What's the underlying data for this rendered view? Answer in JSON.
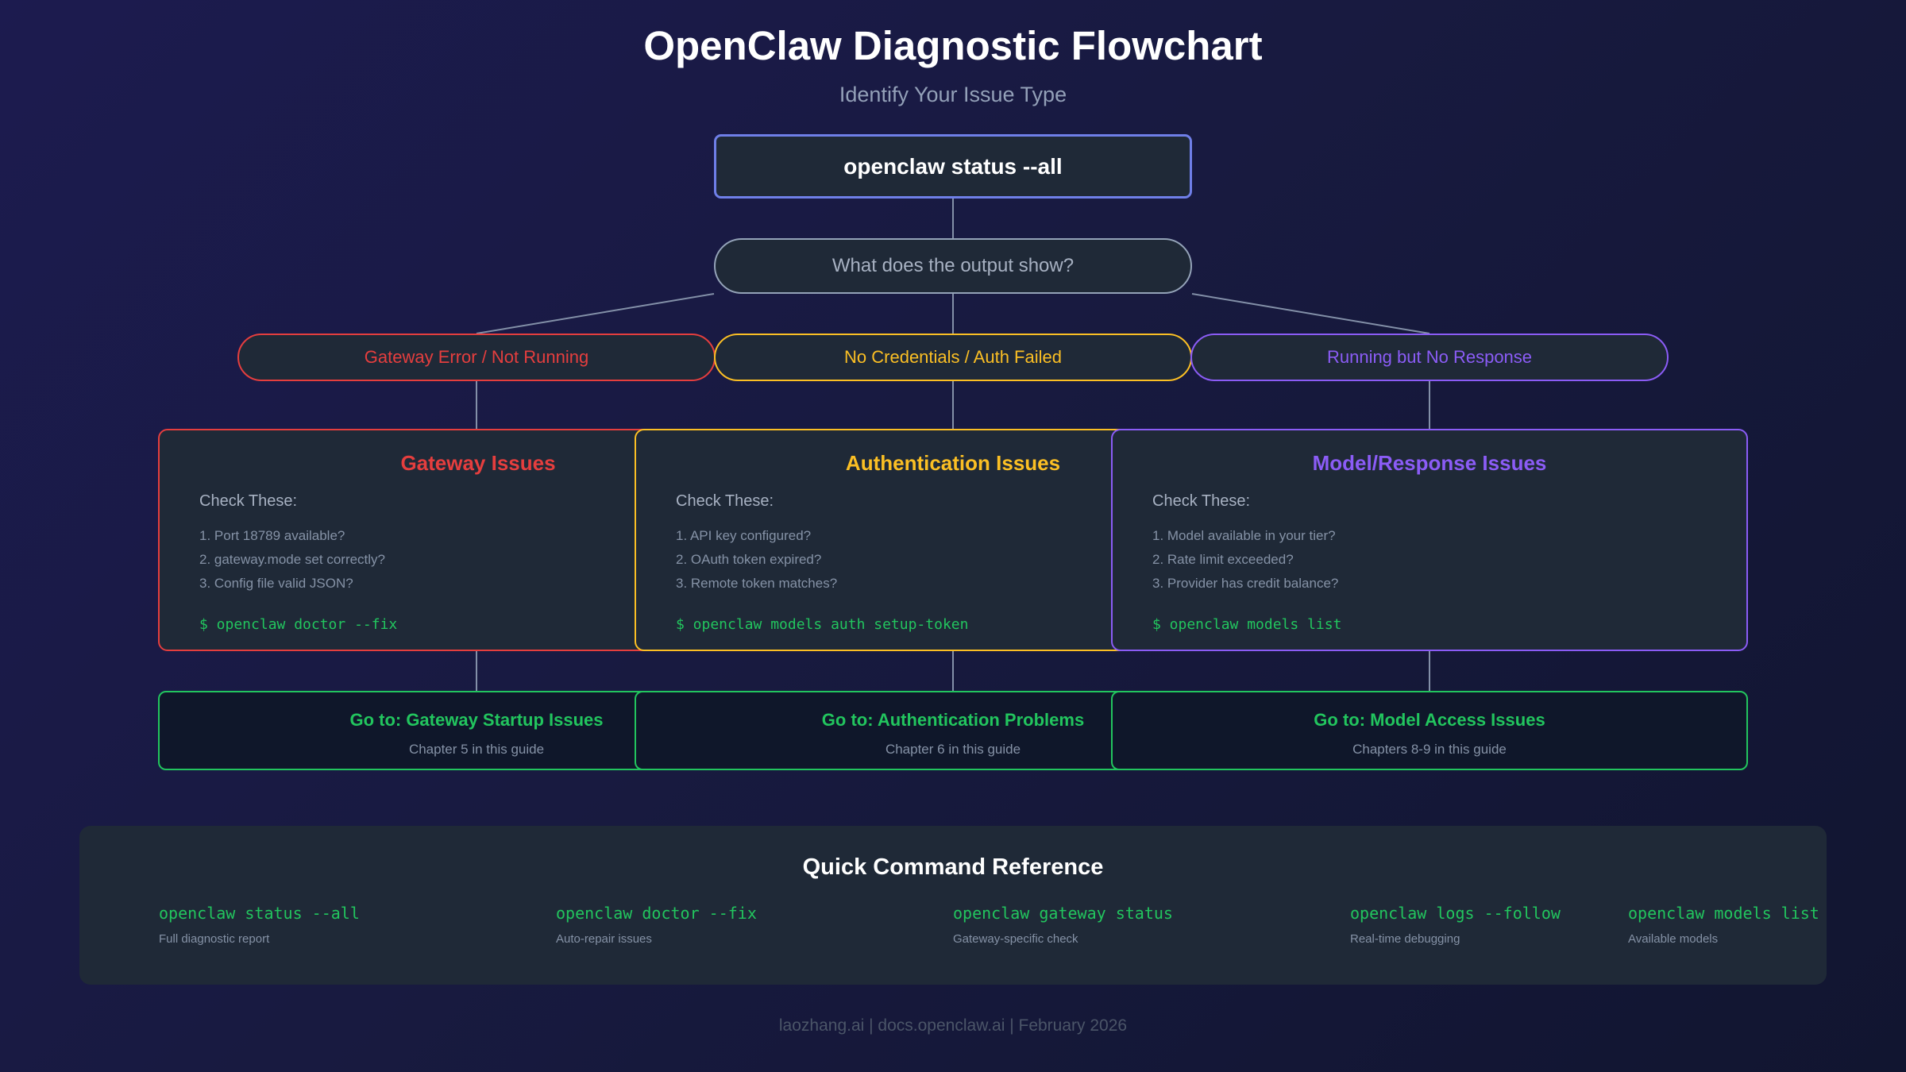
{
  "title": "OpenClaw Diagnostic Flowchart",
  "subtitle": "Identify Your Issue Type",
  "colors": {
    "accent_blue": "#6f7fe8",
    "gateway_red": "#e53e3e",
    "auth_yellow": "#fbbf24",
    "model_purple": "#8b5cf6",
    "success_green": "#22c55e",
    "line_gray": "#8390a8"
  },
  "start_command": "openclaw status --all",
  "question": "What does the output show?",
  "outcomes": [
    {
      "label": "Gateway Error / Not Running"
    },
    {
      "label": "No Credentials / Auth Failed"
    },
    {
      "label": "Running but No Response"
    }
  ],
  "cards": [
    {
      "title": "Gateway Issues",
      "check_label": "Check These:",
      "items": [
        "1. Port 18789 available?",
        "2. gateway.mode set correctly?",
        "3. Config file valid JSON?"
      ],
      "command": "$ openclaw doctor --fix"
    },
    {
      "title": "Authentication Issues",
      "check_label": "Check These:",
      "items": [
        "1. API key configured?",
        "2. OAuth token expired?",
        "3. Remote token matches?"
      ],
      "command": "$ openclaw models auth setup-token"
    },
    {
      "title": "Model/Response Issues",
      "check_label": "Check These:",
      "items": [
        "1. Model available in your tier?",
        "2. Rate limit exceeded?",
        "3. Provider has credit balance?"
      ],
      "command": "$ openclaw models list"
    }
  ],
  "gotos": [
    {
      "title": "Go to: Gateway Startup Issues",
      "subtitle": "Chapter 5 in this guide"
    },
    {
      "title": "Go to: Authentication Problems",
      "subtitle": "Chapter 6 in this guide"
    },
    {
      "title": "Go to: Model Access Issues",
      "subtitle": "Chapters 8-9 in this guide"
    }
  ],
  "quick_reference": {
    "title": "Quick Command Reference",
    "commands": [
      {
        "command": "openclaw status --all",
        "description": "Full diagnostic report"
      },
      {
        "command": "openclaw doctor --fix",
        "description": "Auto-repair issues"
      },
      {
        "command": "openclaw gateway status",
        "description": "Gateway-specific check"
      },
      {
        "command": "openclaw logs --follow",
        "description": "Real-time debugging"
      },
      {
        "command": "openclaw models list",
        "description": "Available models"
      }
    ]
  },
  "footer": "laozhang.ai | docs.openclaw.ai | February 2026"
}
